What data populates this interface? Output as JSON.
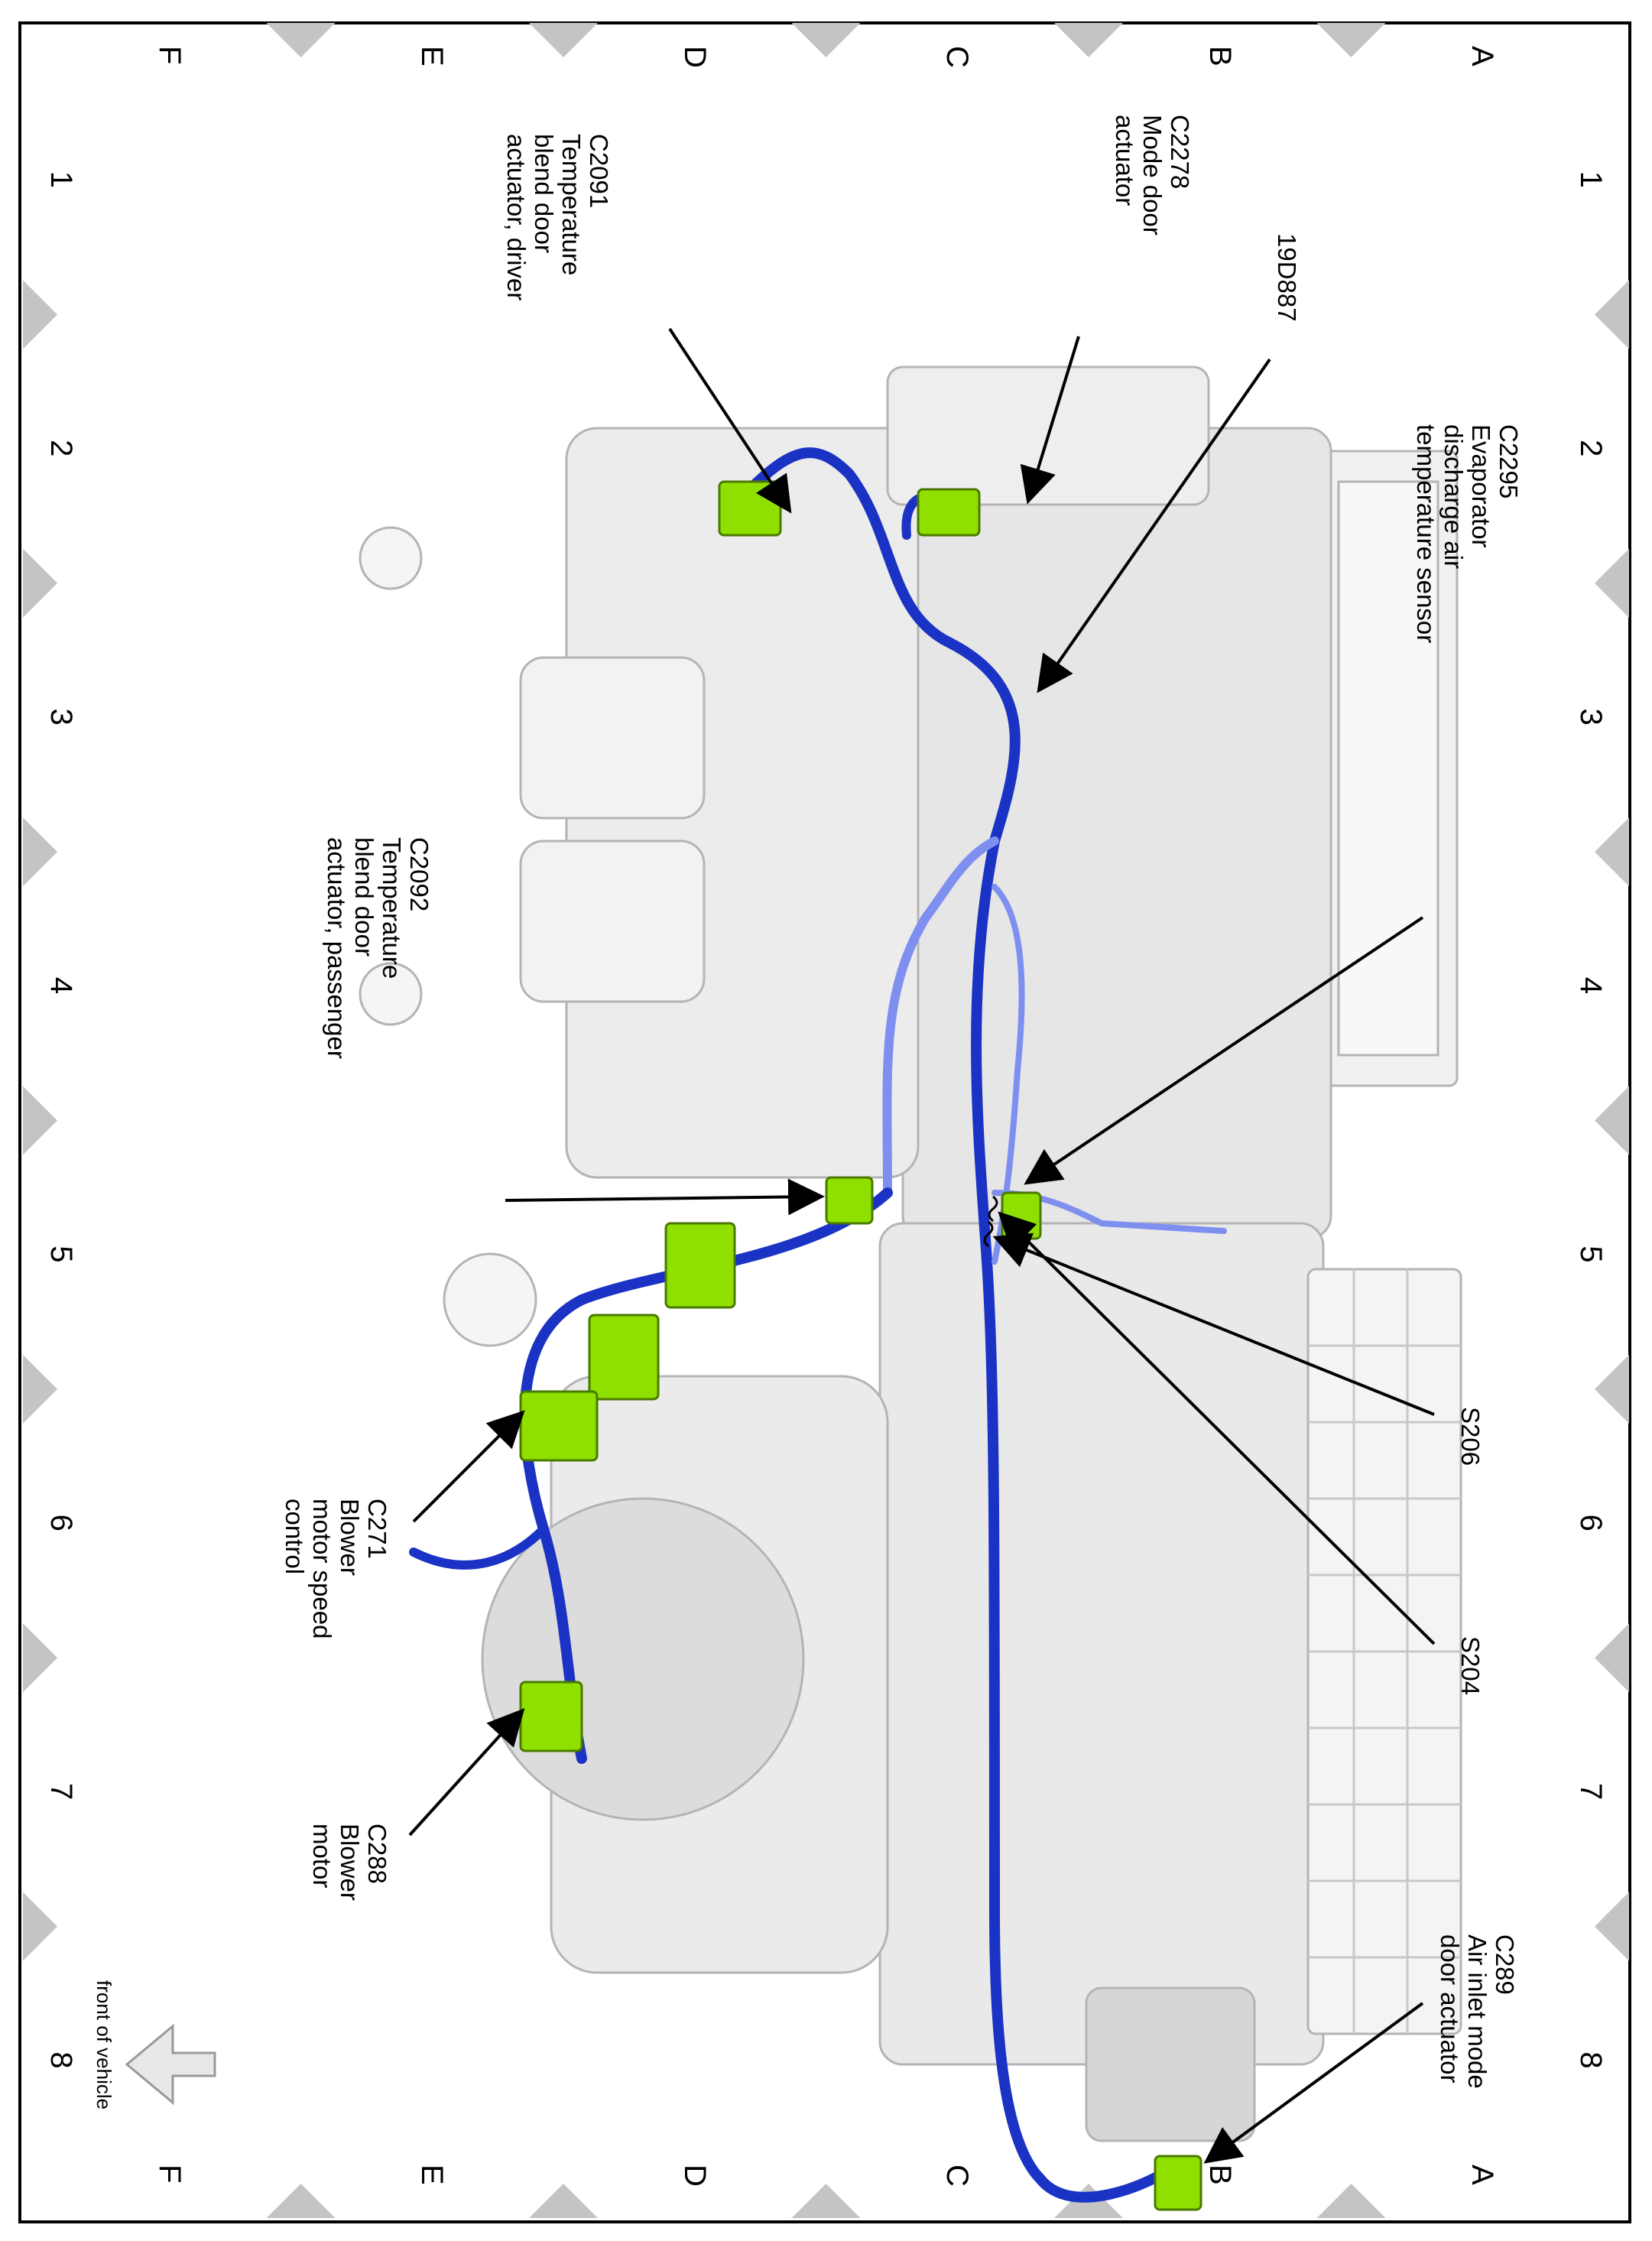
{
  "grid": {
    "columns": [
      "1",
      "2",
      "3",
      "4",
      "5",
      "6",
      "7",
      "8"
    ],
    "rows": [
      "A",
      "B",
      "C",
      "D",
      "E",
      "F"
    ]
  },
  "callouts": {
    "c2278": {
      "code": "C2278",
      "lines": [
        "Mode door",
        "actuator"
      ]
    },
    "c2091": {
      "code": "C2091",
      "lines": [
        "Temperature",
        "blend door",
        "actuator, driver"
      ]
    },
    "19d887": {
      "code": "19D887",
      "lines": []
    },
    "c2295": {
      "code": "C2295",
      "lines": [
        "Evaporator",
        "discharge air",
        "temperature sensor"
      ]
    },
    "c2092": {
      "code": "C2092",
      "lines": [
        "Temperature",
        "blend door",
        "actuator, passenger"
      ]
    },
    "s206": {
      "code": "S206",
      "lines": []
    },
    "s204": {
      "code": "S204",
      "lines": []
    },
    "c271": {
      "code": "C271",
      "lines": [
        "Blower",
        "motor speed",
        "control"
      ]
    },
    "c288": {
      "code": "C288",
      "lines": [
        "Blower",
        "motor"
      ]
    },
    "c289": {
      "code": "C289",
      "lines": [
        "Air inlet mode",
        "door actuator"
      ]
    }
  },
  "orientation_note": "front of vehicle",
  "colors": {
    "harness": "#1a33c4",
    "harness_light": "#7f8ff0",
    "connector": "#8fe000",
    "housing": "#e6e6e6",
    "housing_edge": "#b4b4b4",
    "border_triangle": "#c4c4c4"
  }
}
